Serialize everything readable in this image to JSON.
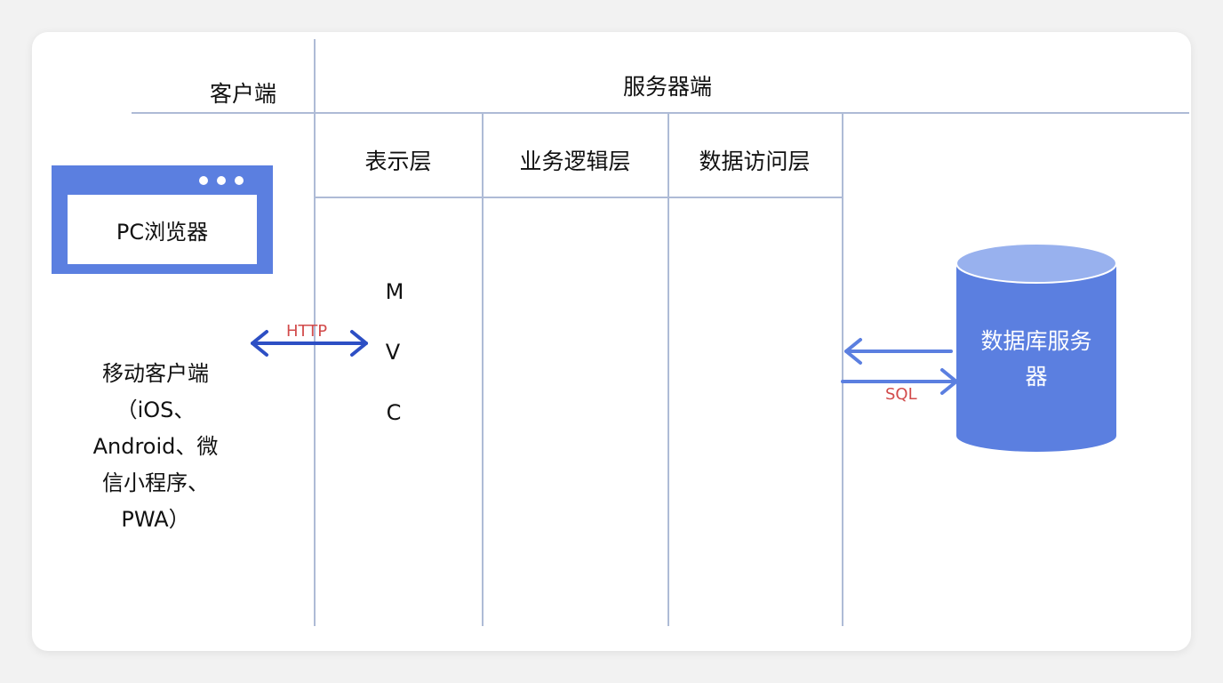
{
  "header": {
    "client": "客户端",
    "server": "服务器端"
  },
  "layers": [
    "表示层",
    "业务逻辑层",
    "数据访问层"
  ],
  "mvc": [
    "M",
    "V",
    "C"
  ],
  "clients": {
    "browser": "PC浏览器",
    "mobile_lines": [
      "移动客户端",
      "（iOS、",
      "Android、微",
      "信小程序、",
      "PWA）"
    ]
  },
  "protocols": {
    "http": "HTTP",
    "sql": "SQL"
  },
  "database": {
    "lines": [
      "数据库服务",
      "器"
    ]
  },
  "colors": {
    "grid_line": "#aebbd6",
    "accent_blue": "#5b7fe0",
    "arrow_dark_blue": "#2d4fc4",
    "db_top": "#98b1ee",
    "protocol_red": "#d24b4b"
  }
}
